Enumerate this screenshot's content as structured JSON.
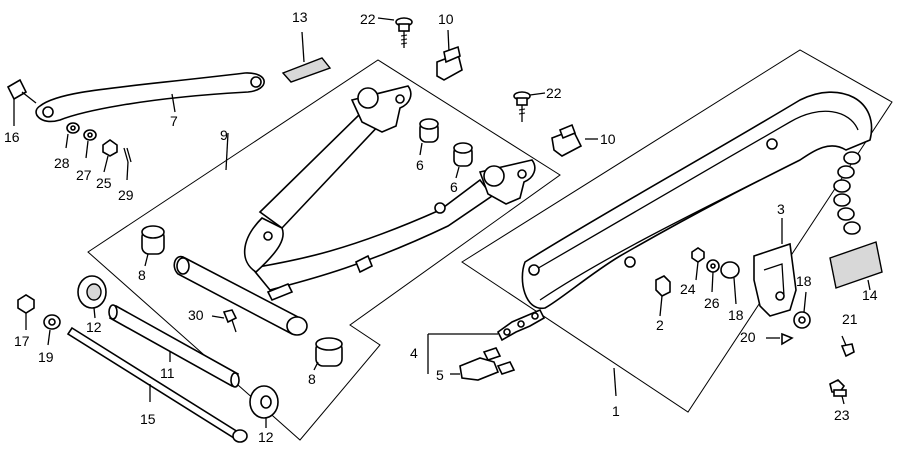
{
  "callouts": [
    {
      "id": "c1",
      "text": "1"
    },
    {
      "id": "c2",
      "text": "2"
    },
    {
      "id": "c3",
      "text": "3"
    },
    {
      "id": "c4",
      "text": "4"
    },
    {
      "id": "c5",
      "text": "5"
    },
    {
      "id": "c6a",
      "text": "6"
    },
    {
      "id": "c6b",
      "text": "6"
    },
    {
      "id": "c7",
      "text": "7"
    },
    {
      "id": "c8a",
      "text": "8"
    },
    {
      "id": "c8b",
      "text": "8"
    },
    {
      "id": "c9",
      "text": "9"
    },
    {
      "id": "c10a",
      "text": "10"
    },
    {
      "id": "c10b",
      "text": "10"
    },
    {
      "id": "c11",
      "text": "11"
    },
    {
      "id": "c12a",
      "text": "12"
    },
    {
      "id": "c12b",
      "text": "12"
    },
    {
      "id": "c13",
      "text": "13"
    },
    {
      "id": "c14",
      "text": "14"
    },
    {
      "id": "c15",
      "text": "15"
    },
    {
      "id": "c16",
      "text": "16"
    },
    {
      "id": "c17",
      "text": "17"
    },
    {
      "id": "c18a",
      "text": "18"
    },
    {
      "id": "c18b",
      "text": "18"
    },
    {
      "id": "c19",
      "text": "19"
    },
    {
      "id": "c20",
      "text": "20"
    },
    {
      "id": "c21",
      "text": "21"
    },
    {
      "id": "c22a",
      "text": "22"
    },
    {
      "id": "c22b",
      "text": "22"
    },
    {
      "id": "c23",
      "text": "23"
    },
    {
      "id": "c24",
      "text": "24"
    },
    {
      "id": "c25",
      "text": "25"
    },
    {
      "id": "c26",
      "text": "26"
    },
    {
      "id": "c27",
      "text": "27"
    },
    {
      "id": "c28",
      "text": "28"
    },
    {
      "id": "c29",
      "text": "29"
    },
    {
      "id": "c30",
      "text": "30"
    }
  ]
}
